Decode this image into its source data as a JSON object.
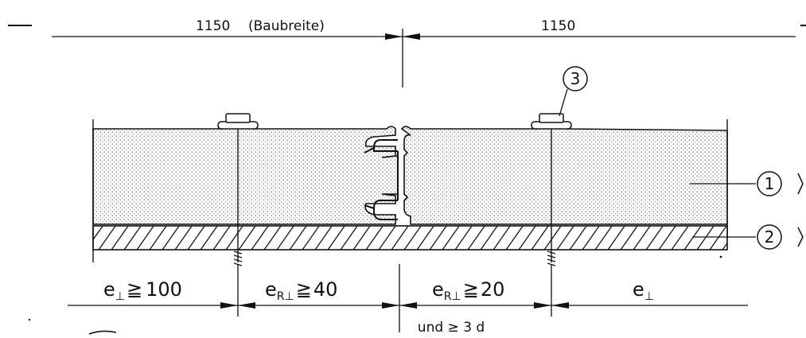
{
  "top_dimensions": {
    "left_value": "1150",
    "left_note": "(Baubreite)",
    "right_value": "1150"
  },
  "callouts": {
    "c1": "1",
    "c2": "2",
    "c3": "3"
  },
  "bottom_dimensions": {
    "d1": {
      "base": "e",
      "sub": "⊥",
      "rel": "≧",
      "val": "100"
    },
    "d2": {
      "base": "e",
      "sub1": "R",
      "sub2": "⊥",
      "rel": "≧",
      "val": "40"
    },
    "d3": {
      "base": "e",
      "sub1": "R",
      "sub2": "⊥",
      "rel": "≧",
      "val": "20"
    },
    "d4": {
      "base": "e",
      "sub": "⊥"
    }
  },
  "note": "und ≥ 3 d",
  "colors": {
    "line": "#111111",
    "dot": "#555555",
    "background": "#ffffff"
  }
}
